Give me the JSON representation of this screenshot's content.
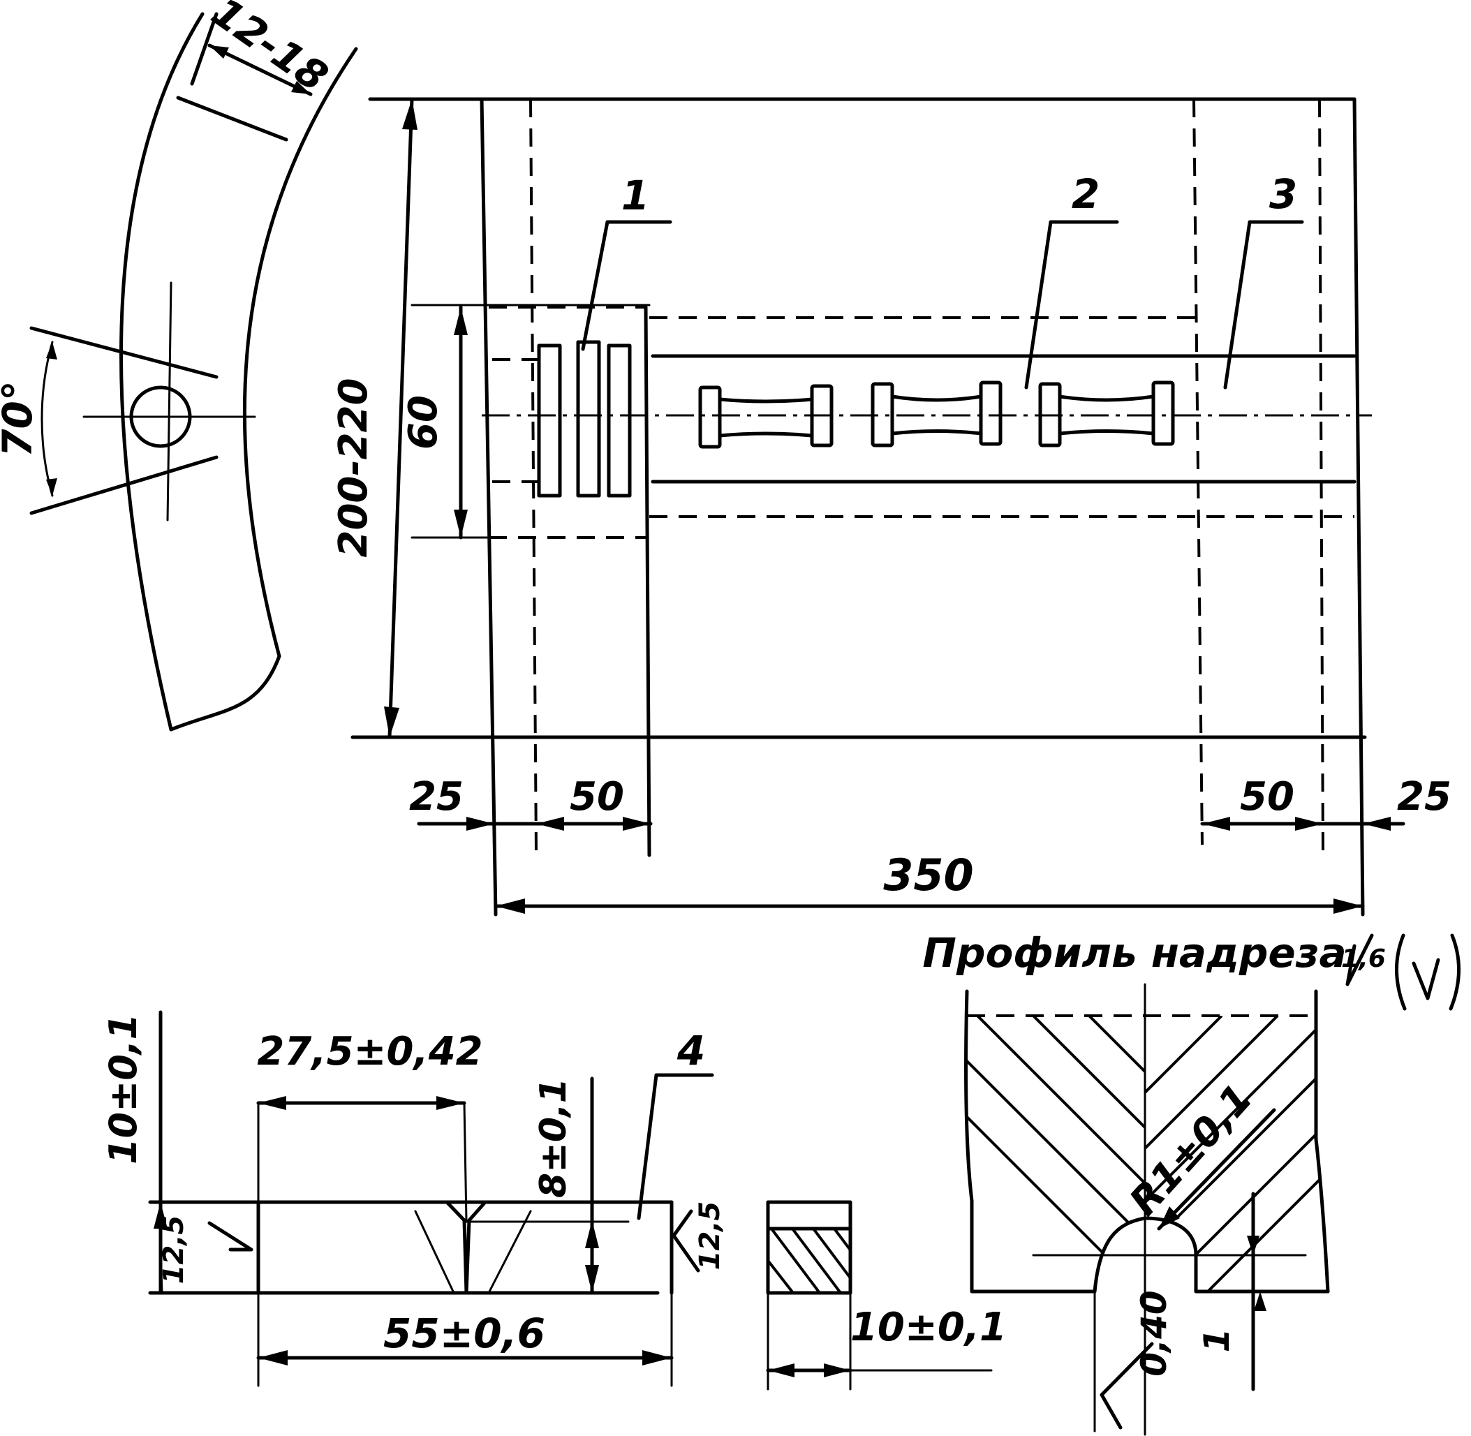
{
  "labels": {
    "width_range": "12-18",
    "angle": "70°",
    "height": "200-220",
    "strip_width": "60",
    "margin_left": "25",
    "zone_left": "50",
    "zone_right": "50",
    "margin_right": "25",
    "length": "350",
    "callout_1": "1",
    "callout_2": "2",
    "callout_3": "3",
    "callout_4": "4",
    "notch_profile_title": "Профиль надреза",
    "roughness_value": "1,6",
    "roughness_symbol": "√(√)",
    "specimen_height": "10±0,1",
    "notch_position": "27,5±0,42",
    "ligament": "8±0,1",
    "specimen_length": "55±0,6",
    "roughness_left": "12,5",
    "roughness_right": "12,5",
    "specimen_thickness": "10±0,1",
    "notch_radius": "R1±0,1",
    "notch_angle_roughness": "0,40",
    "notch_depth": "1"
  }
}
